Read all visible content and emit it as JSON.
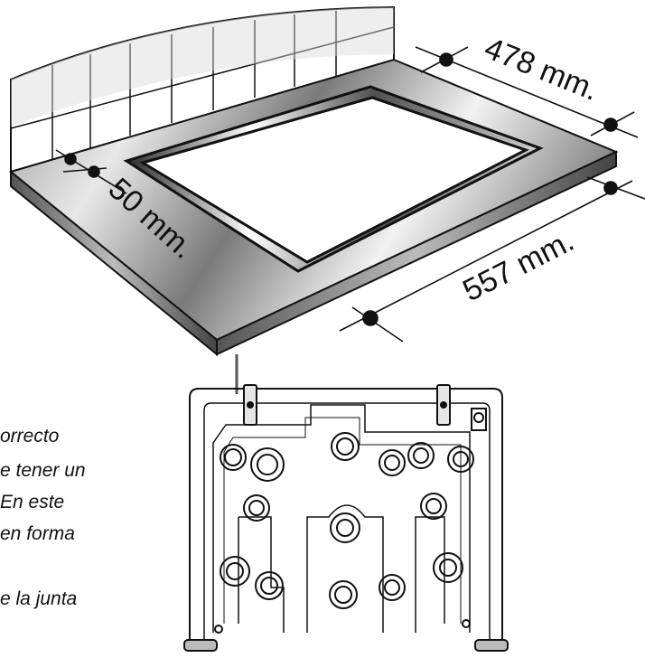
{
  "dimensions": {
    "width_label": "478 mm.",
    "depth_label": "557 mm.",
    "margin_label": "50 mm."
  },
  "side_text": [
    "orrecto",
    "e tener un",
    "En este",
    "en forma",
    "e la junta"
  ],
  "colors": {
    "stroke": "#111111",
    "tiles": "#d9d9d9",
    "countertop_light": "#e6e6e6",
    "countertop_dark": "#6a6a6a"
  }
}
